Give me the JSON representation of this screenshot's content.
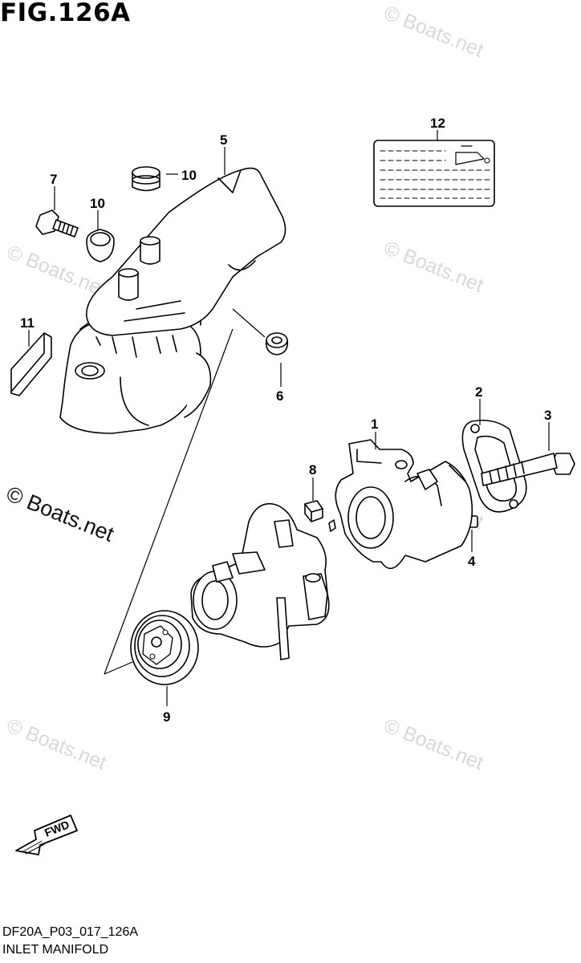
{
  "figure": {
    "title": "FIG.126A",
    "code": "DF20A_P03_017_126A",
    "caption": "INLET MANIFOLD"
  },
  "watermark": "© Boats.net",
  "fwd_label": "FWD",
  "callouts": [
    "1",
    "2",
    "3",
    "4",
    "5",
    "6",
    "7",
    "8",
    "9",
    "10",
    "10",
    "11",
    "12"
  ]
}
